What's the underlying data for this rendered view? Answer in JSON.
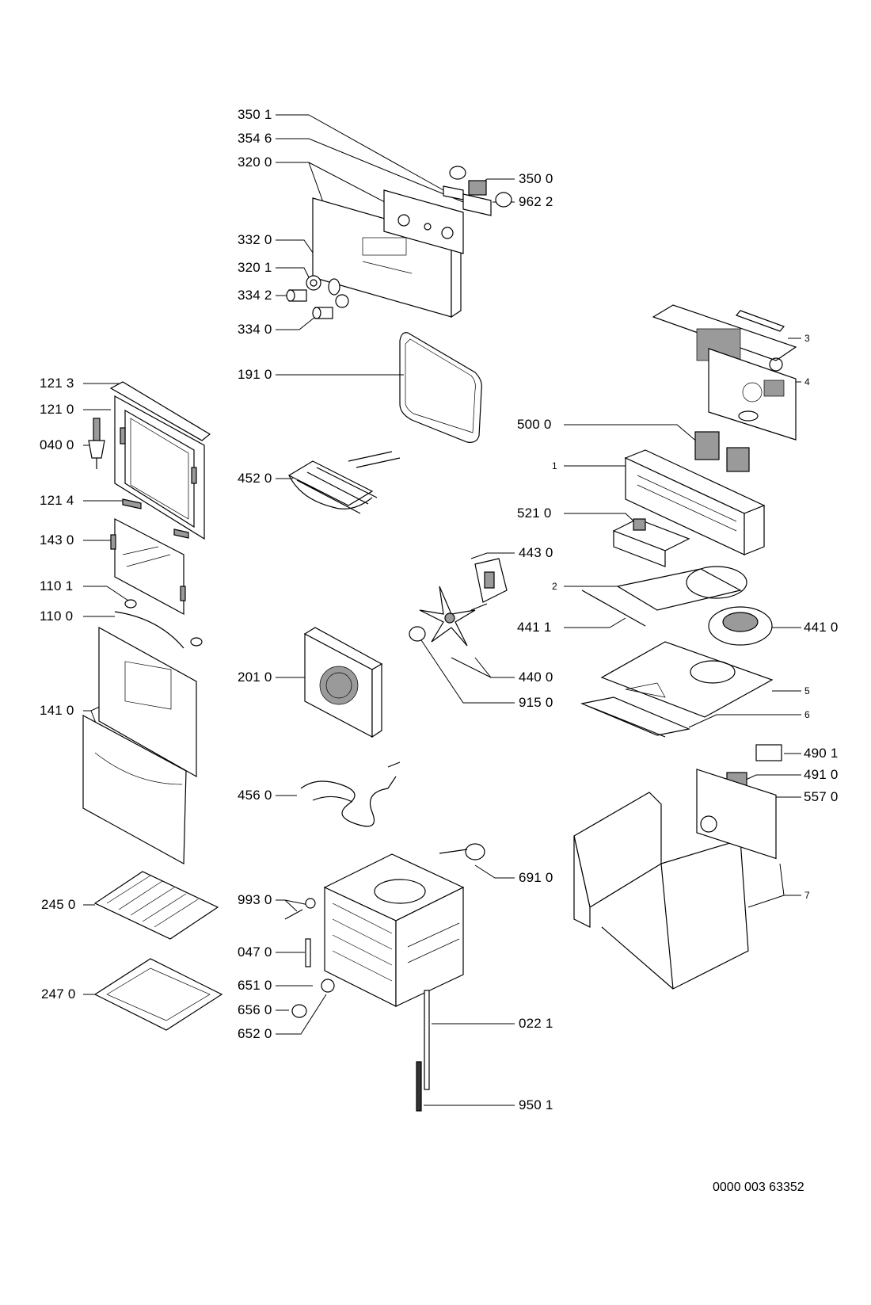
{
  "labels": {
    "l_350_1": "350 1",
    "l_354_6": "354 6",
    "l_320_0": "320 0",
    "l_350_0": "350 0",
    "l_962_2": "962 2",
    "l_332_0": "332 0",
    "l_320_1": "320 1",
    "l_334_2": "334 2",
    "l_334_0": "334 0",
    "l_191_0": "191 0",
    "l_3": "3",
    "l_4": "4",
    "l_121_3": "121 3",
    "l_121_0": "121 0",
    "l_040_0": "040 0",
    "l_452_0": "452 0",
    "l_500_0": "500 0",
    "l_1": "1",
    "l_121_4": "121 4",
    "l_521_0": "521 0",
    "l_143_0": "143 0",
    "l_443_0": "443 0",
    "l_110_1": "110 1",
    "l_2": "2",
    "l_110_0": "110 0",
    "l_441_1": "441 1",
    "l_441_0": "441 0",
    "l_201_0": "201 0",
    "l_440_0": "440 0",
    "l_5": "5",
    "l_141_0": "141 0",
    "l_915_0": "915 0",
    "l_6": "6",
    "l_490_1": "490 1",
    "l_491_0": "491 0",
    "l_456_0": "456 0",
    "l_557_0": "557 0",
    "l_691_0": "691 0",
    "l_245_0": "245 0",
    "l_993_0": "993 0",
    "l_7": "7",
    "l_047_0": "047 0",
    "l_651_0": "651 0",
    "l_247_0": "247 0",
    "l_656_0": "656 0",
    "l_652_0": "652 0",
    "l_022_1": "022 1",
    "l_950_1": "950 1"
  },
  "doc_number": "0000 003 63352"
}
